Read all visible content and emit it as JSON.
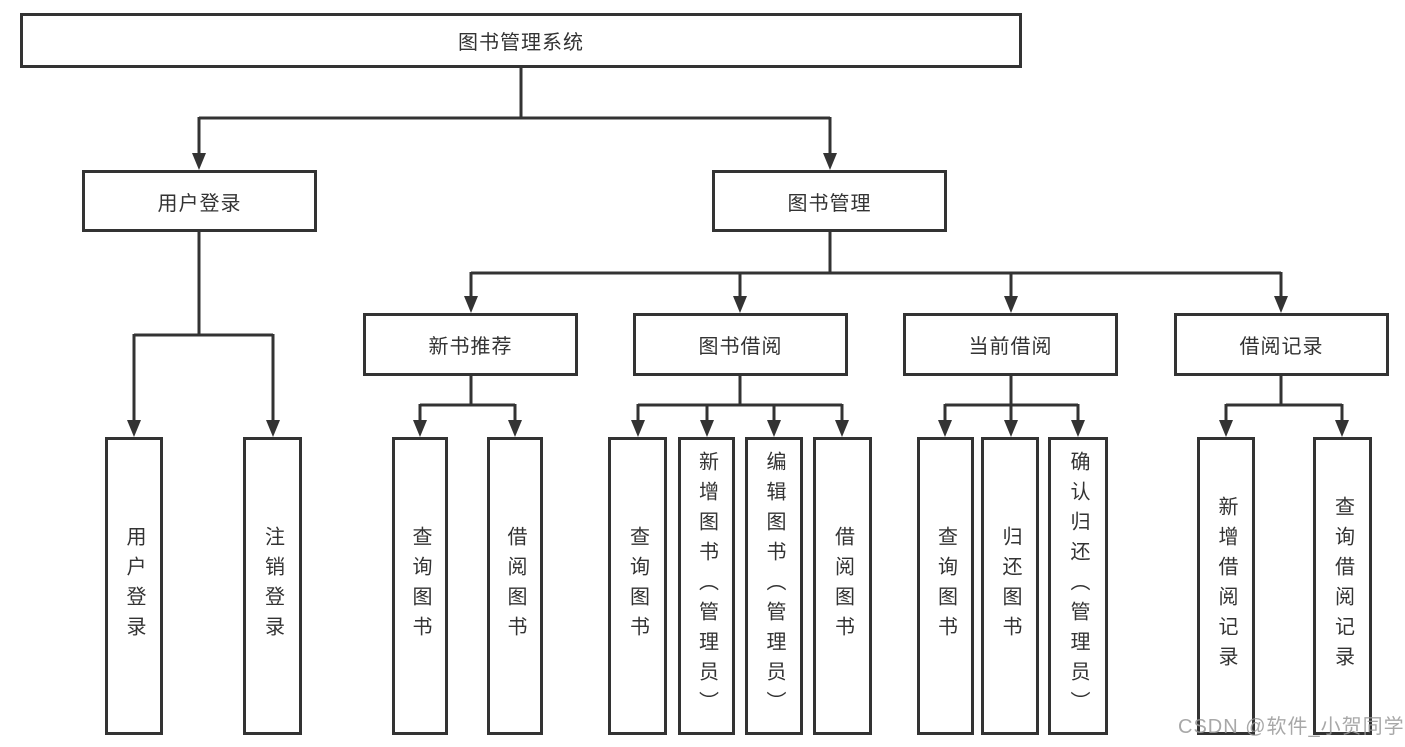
{
  "diagram": {
    "type": "tree",
    "root": {
      "label": "图书管理系统",
      "children": [
        {
          "label": "用户登录",
          "children": [
            {
              "label": "用户登录"
            },
            {
              "label": "注销登录"
            }
          ]
        },
        {
          "label": "图书管理",
          "children": [
            {
              "label": "新书推荐",
              "children": [
                {
                  "label": "查询图书"
                },
                {
                  "label": "借阅图书"
                }
              ]
            },
            {
              "label": "图书借阅",
              "children": [
                {
                  "label": "查询图书"
                },
                {
                  "label": "新增图书（管理员）"
                },
                {
                  "label": "编辑图书（管理员）"
                },
                {
                  "label": "借阅图书"
                }
              ]
            },
            {
              "label": "当前借阅",
              "children": [
                {
                  "label": "查询图书"
                },
                {
                  "label": "归还图书"
                },
                {
                  "label": "确认归还（管理员）"
                }
              ]
            },
            {
              "label": "借阅记录",
              "children": [
                {
                  "label": "新增借阅记录"
                },
                {
                  "label": "查询借阅记录"
                }
              ]
            }
          ]
        }
      ]
    }
  },
  "watermark": {
    "text": "CSDN @软件_小贺同学"
  },
  "colors": {
    "line": "#333333",
    "text": "#333333",
    "background": "#ffffff",
    "watermark": "#9a9a9a"
  }
}
